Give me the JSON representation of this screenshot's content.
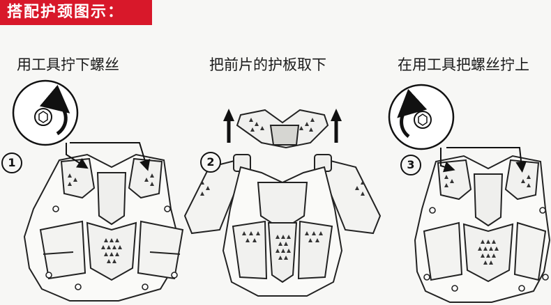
{
  "banner": {
    "title": "搭配护颈图示：",
    "color": "#d8182a"
  },
  "steps": [
    {
      "number": "1",
      "caption": "用工具拧下螺丝"
    },
    {
      "number": "2",
      "caption": "把前片的护板取下"
    },
    {
      "number": "3",
      "caption": "在用工具把螺丝拧上"
    }
  ],
  "icons": [
    "screw-icon",
    "rotate-arrow-icon",
    "up-arrow-icon"
  ]
}
